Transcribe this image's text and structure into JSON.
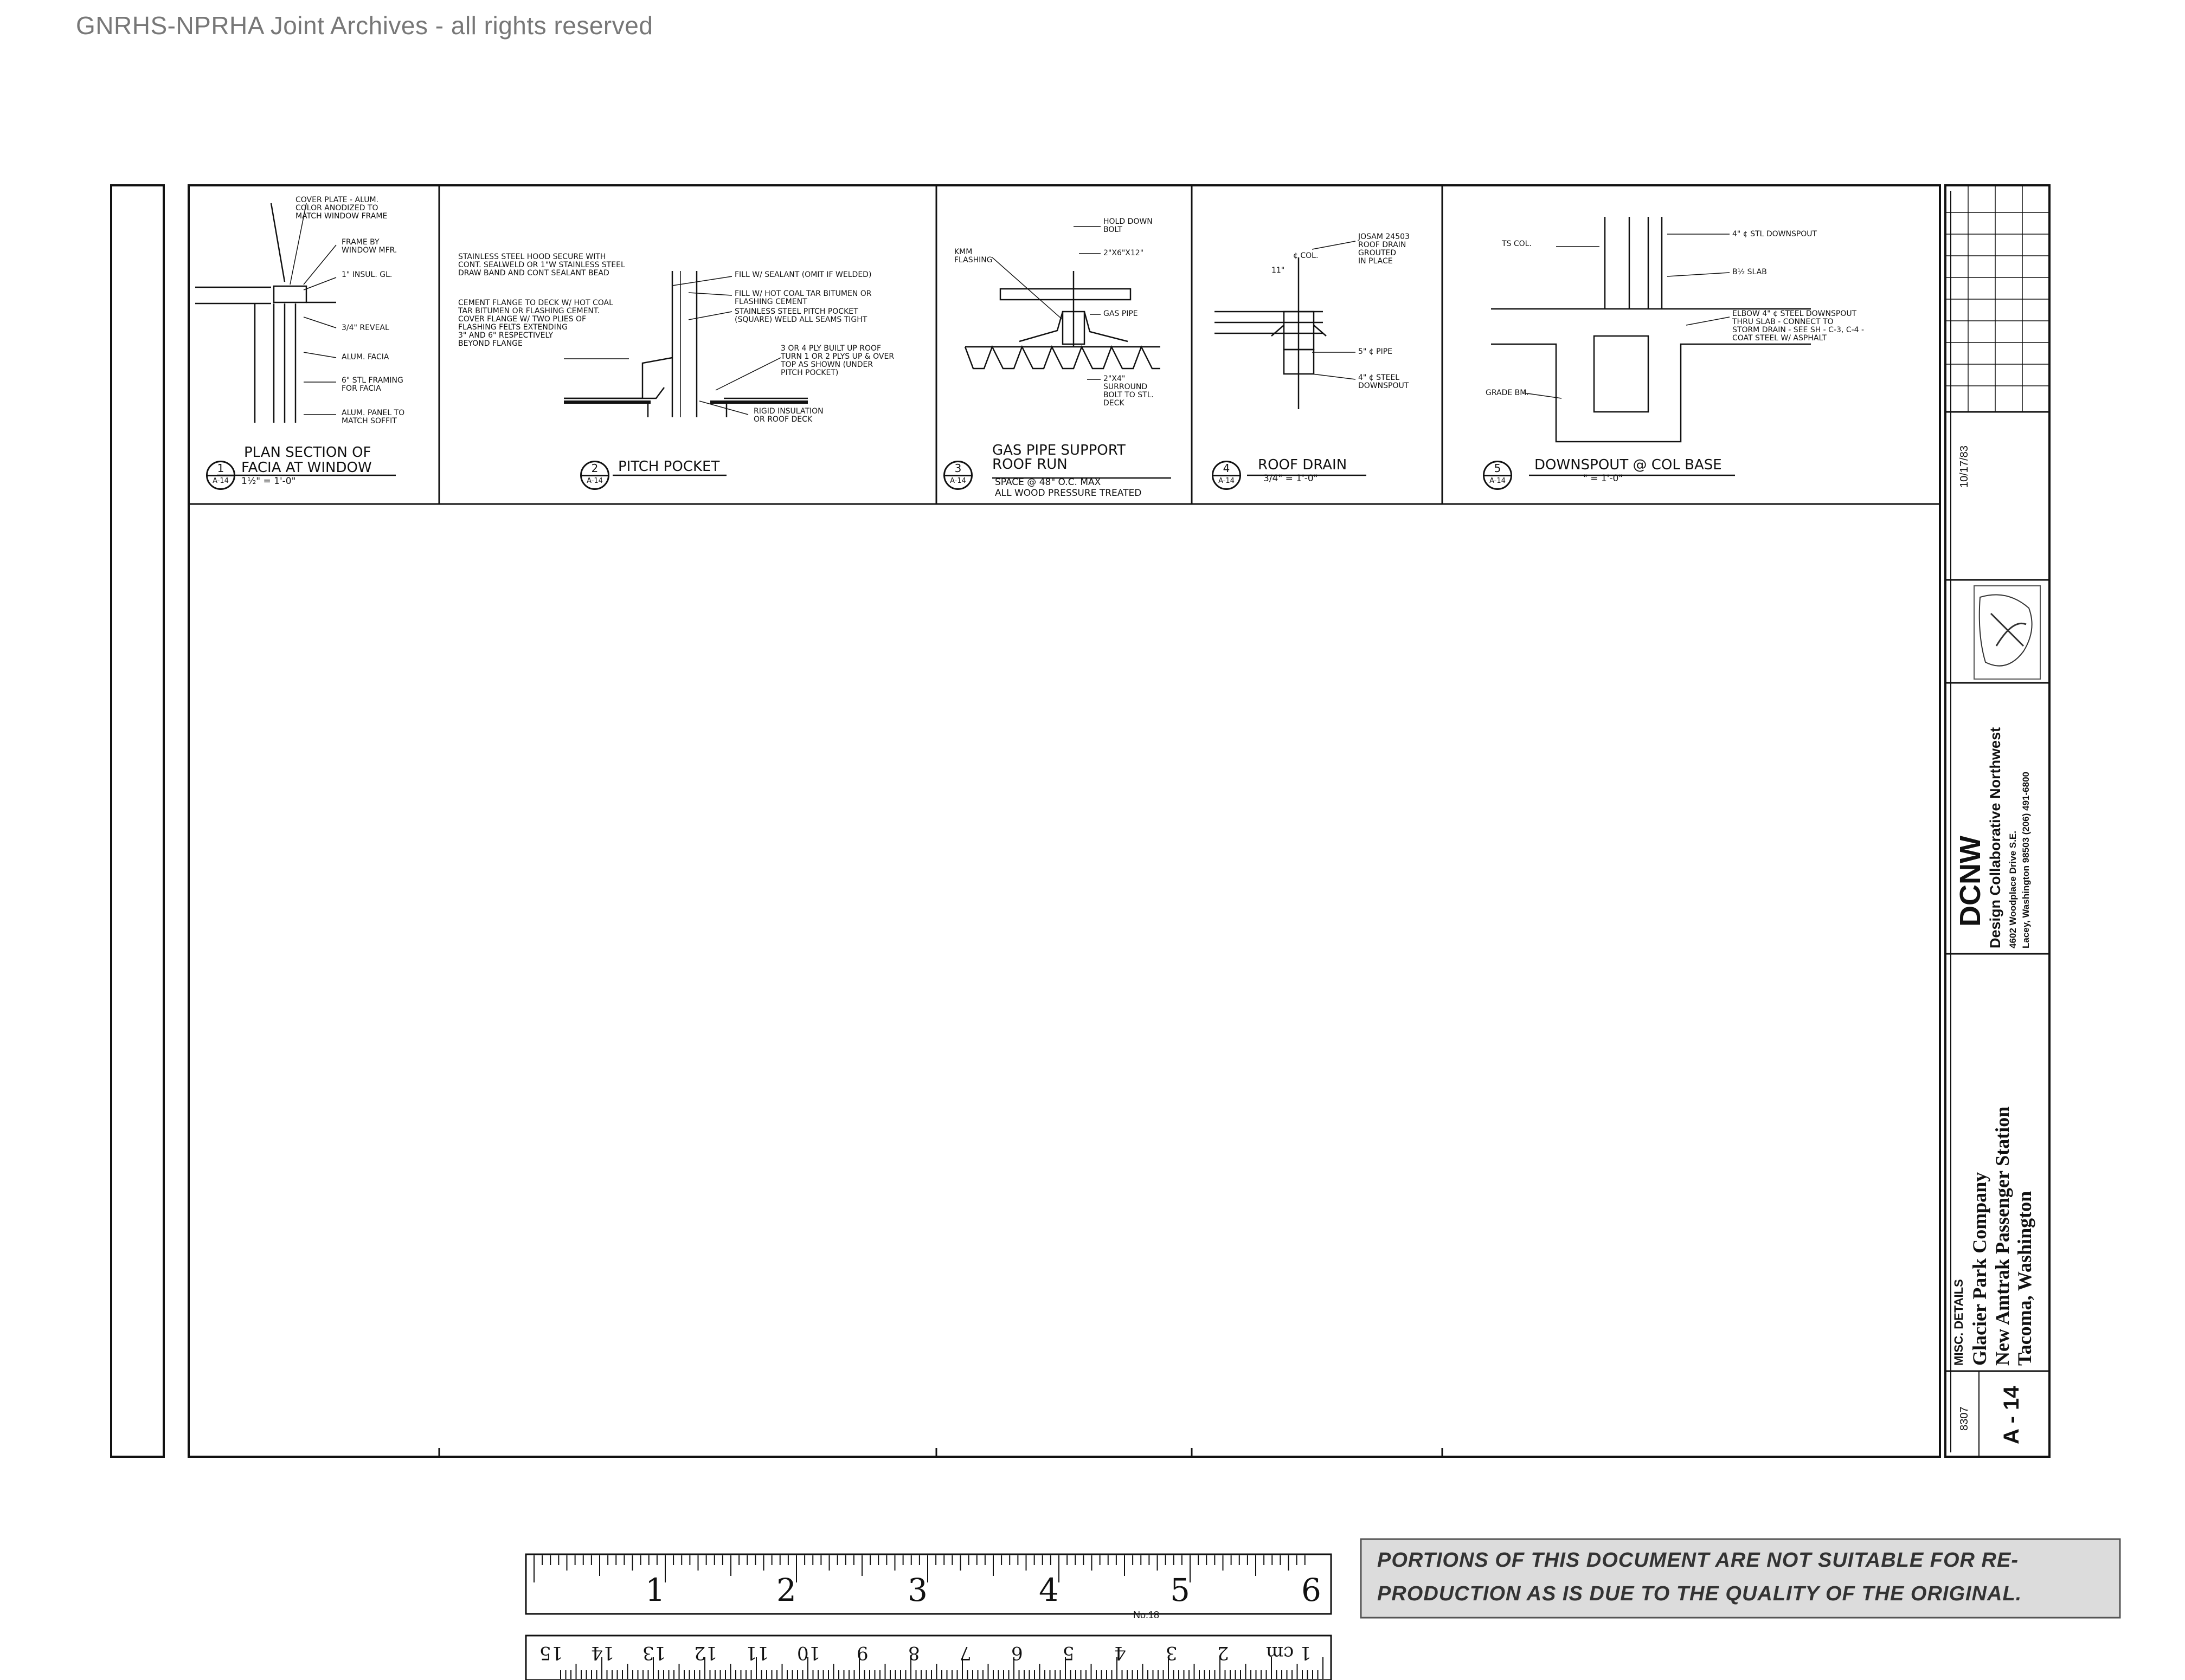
{
  "watermark": "GNRHS-NPRHA Joint Archives - all rights reserved",
  "details": [
    {
      "number": "1",
      "sheet_ref": "A-14",
      "title_line1": "PLAN SECTION OF",
      "title_line2": "FACIA AT WINDOW",
      "scale": "1½\" = 1'-0\"",
      "notes": [
        "COVER PLATE - ALUM.",
        "COLOR ANODIZED TO",
        "MATCH WINDOW FRAME",
        "FRAME BY",
        "WINDOW MFR.",
        "1\" INSUL. GL.",
        "3/4\" REVEAL",
        "ALUM. FACIA",
        "6\" STL FRAMING",
        "FOR FACIA",
        "ALUM. PANEL TO",
        "MATCH SOFFIT"
      ]
    },
    {
      "number": "2",
      "sheet_ref": "A-14",
      "title": "PITCH POCKET",
      "notes": [
        "STAINLESS STEEL HOOD SECURE WITH",
        "CONT. SEALWELD OR 1\"W STAINLESS STEEL",
        "DRAW BAND AND CONT SEALANT BEAD",
        "CEMENT FLANGE TO DECK W/ HOT COAL",
        "TAR BITUMEN OR FLASHING CEMENT.",
        "COVER FLANGE W/ TWO PLIES OF",
        "FLASHING FELTS EXTENDING",
        "3\" AND 6\" RESPECTIVELY",
        "BEYOND FLANGE",
        "FILL W/ SEALANT (OMIT IF WELDED)",
        "FILL W/ HOT COAL TAR BITUMEN OR",
        "FLASHING CEMENT",
        "STAINLESS STEEL PITCH POCKET",
        "(SQUARE) WELD ALL SEAMS TIGHT",
        "3 OR 4 PLY BUILT UP ROOF",
        "TURN 1 OR 2 PLYS UP & OVER",
        "TOP AS SHOWN (UNDER",
        "PITCH POCKET)",
        "RIGID INSULATION",
        "OR ROOF DECK"
      ]
    },
    {
      "number": "3",
      "sheet_ref": "A-14",
      "title_line1": "GAS PIPE SUPPORT",
      "title_line2": "ROOF RUN",
      "scale_line1": "SPACE @ 48\" O.C. MAX",
      "scale_line2": "ALL WOOD PRESSURE TREATED",
      "notes": [
        "HOLD DOWN",
        "BOLT",
        "KMM",
        "FLASHING",
        "2\"x6\"x12\"",
        "GAS PIPE",
        "2\"x4\"",
        "SURROUND",
        "BOLT TO STL.",
        "DECK"
      ]
    },
    {
      "number": "4",
      "sheet_ref": "A-14",
      "title": "ROOF DRAIN",
      "scale": "3/4\" = 1'-0\"",
      "notes": [
        "¢ COL.",
        "11\"",
        "JOSAM 24503",
        "ROOF DRAIN",
        "GROUTED",
        "IN PLACE",
        "5\" ¢ PIPE",
        "4\" ¢ STEEL",
        "DOWNSPOUT"
      ]
    },
    {
      "number": "5",
      "sheet_ref": "A-14",
      "title": "DOWNSPOUT @ COL BASE",
      "scale": "\" = 1'-0\"",
      "notes": [
        "TS COL.",
        "4\" ¢ STL DOWNSPOUT",
        "B½ SLAB",
        "ELBOW 4\" ¢ STEEL DOWNSPOUT",
        "THRU SLAB - CONNECT TO",
        "STORM DRAIN - SEE SH - C-3, C-4 -",
        "COAT STEEL W/ ASPHALT",
        "GRADE BM."
      ]
    }
  ],
  "title_block": {
    "date": "10/17/83",
    "firm_abbr": "DCNW",
    "firm_name": "Design Collaborative Northwest",
    "firm_address": "4602 Woodplace Drive S.E.",
    "firm_city": "Lacey, Washington 98503  (206) 491-6800",
    "drawing_title": "MISC. DETAILS",
    "client": "Glacier Park Company",
    "project": "New Amtrak Passenger Station",
    "location": "Tacoma, Washington",
    "job_number": "8307",
    "sheet_number": "A - 14"
  },
  "ruler": {
    "inch_labels": [
      "1",
      "2",
      "3",
      "4",
      "5",
      "6"
    ],
    "model": "No.18",
    "cm_labels": [
      "1 cm",
      "2",
      "3",
      "4",
      "5",
      "6",
      "7",
      "8",
      "9",
      "10",
      "11",
      "12",
      "13",
      "14",
      "15"
    ]
  },
  "disclaimer": {
    "line1": "PORTIONS OF THIS DOCUMENT ARE NOT SUITABLE FOR RE-",
    "line2": "PRODUCTION AS IS DUE TO THE QUALITY OF THE ORIGINAL."
  }
}
